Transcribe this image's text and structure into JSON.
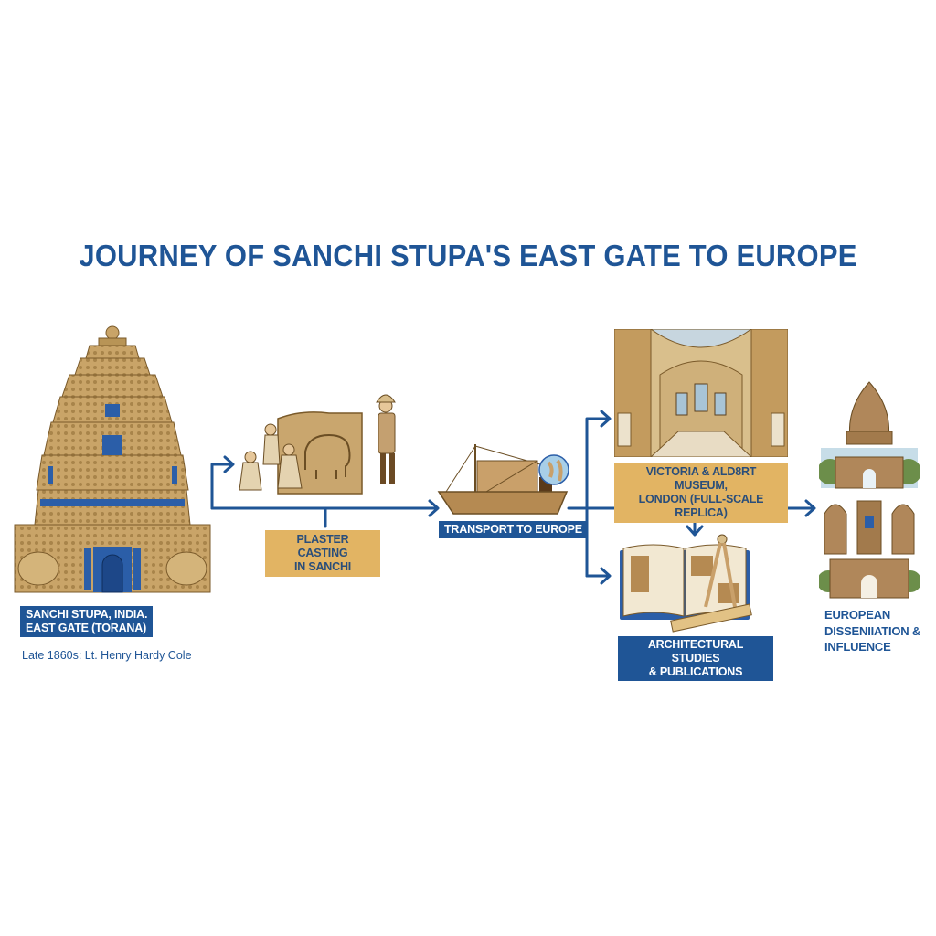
{
  "title": "JOURNEY OF SANCHI STUPA'S EAST GATE TO EUROPE",
  "colors": {
    "accent_blue": "#1f5596",
    "gold_label": "#e2b463",
    "stone": "#c9a468",
    "stone_dark": "#8a6a3a",
    "background": "#ffffff"
  },
  "stages": [
    {
      "id": "origin",
      "label_line1": "SANCHI STUPA, INDIA.",
      "label_line2": "EAST GATE (TORANA)",
      "label_style": "blue",
      "caption": "Late 1860s: Lt. Henry Hardy Cole",
      "illustration": "ornate-gateway-illustration"
    },
    {
      "id": "casting",
      "label_line1": "PLASTER CASTING",
      "label_line2": "IN SANCHI",
      "label_style": "gold",
      "illustration": "workers-casting-relief-illustration"
    },
    {
      "id": "transport",
      "label_line1": "TRANSPORT TO EUROPE",
      "label_style": "blue",
      "illustration": "cargo-ship-with-crate-and-globe-illustration"
    },
    {
      "id": "museum",
      "label_line1": "VICTORIA & ALD8RT MUSEUM,",
      "label_line2": "LONDON (FULL-SCALE REPLICA)",
      "label_style": "gold",
      "illustration": "museum-hall-illustration"
    },
    {
      "id": "studies",
      "label_line1": "ARCHITECTURAL STUDIES",
      "label_line2": "& PUBLICATIONS",
      "label_style": "blue",
      "illustration": "open-book-compass-ruler-illustration"
    },
    {
      "id": "dissemination",
      "label_line1": "EUROPEAN",
      "label_line2": "DISSENIIATION &",
      "label_line3": "INFLUENCE",
      "label_style": "plain",
      "illustration": "european-buildings-stack-illustration"
    }
  ],
  "arrows": [
    {
      "from": "origin",
      "to": "casting"
    },
    {
      "from": "casting",
      "to": "transport"
    },
    {
      "from": "transport",
      "to": "museum"
    },
    {
      "from": "transport",
      "to": "studies"
    },
    {
      "from": "transport",
      "to": "dissemination"
    },
    {
      "from": "museum",
      "to": "studies"
    }
  ]
}
